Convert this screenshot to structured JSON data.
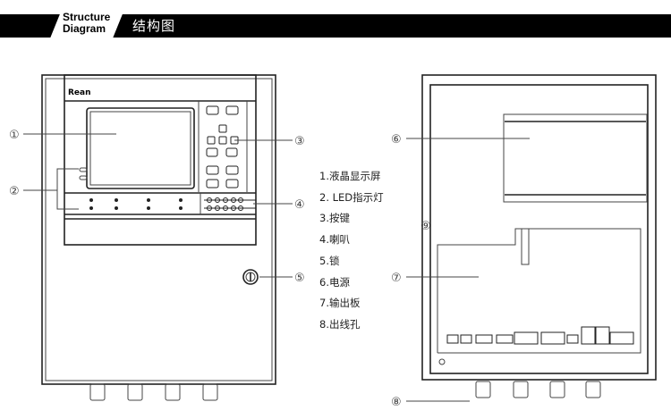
{
  "header": {
    "title_en_line1": "Structure",
    "title_en_line2": "Diagram",
    "title_cn": "结构图"
  },
  "front": {
    "brand": "Rean"
  },
  "callouts": [
    "①",
    "②",
    "③",
    "④",
    "⑤",
    "⑥",
    "⑦",
    "⑧",
    "⑨"
  ],
  "legend": [
    "1.液晶显示屏",
    "2. LED指示灯",
    "3.按键",
    "4.喇叭",
    "5.锁",
    "6.电源",
    "7.输出板",
    "8.出线孔"
  ]
}
